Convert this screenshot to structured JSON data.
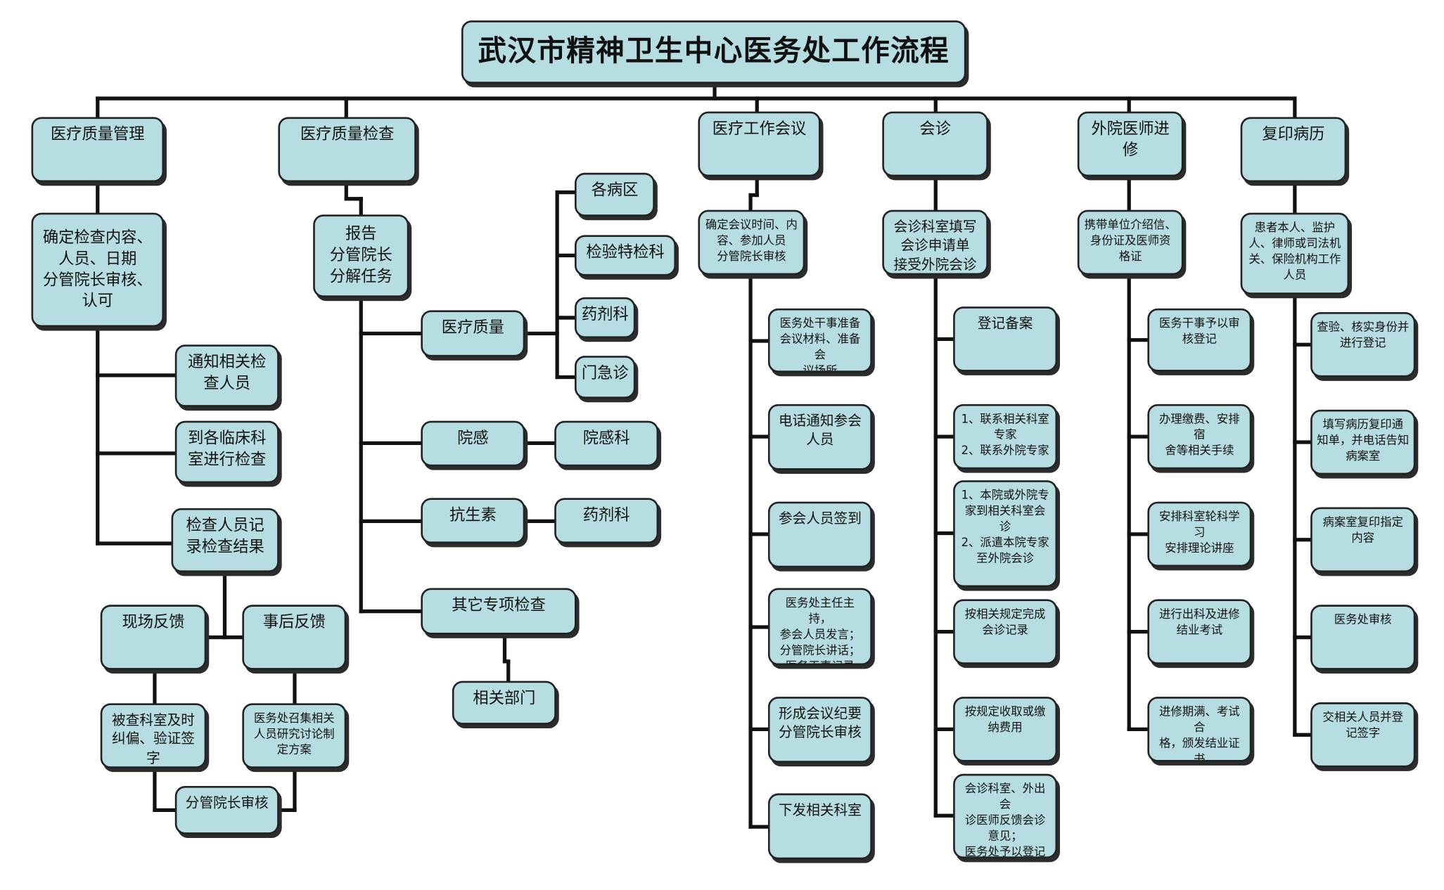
{
  "title": "武汉市精神卫生中心医务处工作流程",
  "colors": {
    "node_fill": "#b6dde2",
    "node_border": "#222222",
    "connector": "#111111"
  },
  "columns": [
    {
      "id": "quality-management",
      "header": "医疗质量管理",
      "steps": [
        "确定检查内容、\n人员、日期\n分管院长审核、\n认可",
        "通知相关检\n查人员",
        "到各临床科\n室进行检查",
        "检查人员记\n录检查结果"
      ],
      "feedback": [
        {
          "label": "现场反馈",
          "result": "被查科室及时\n纠偏、验证签字"
        },
        {
          "label": "事后反馈",
          "result": "医务处召集相关\n人员研究讨论制\n定方案"
        }
      ],
      "final": "分管院长审核"
    },
    {
      "id": "quality-inspection",
      "header": "医疗质量检查",
      "report": "报告\n分管院长\n分解任务",
      "items": [
        {
          "label": "医疗质量",
          "subs": [
            "各病区",
            "检验特检科",
            "药剂科",
            "门急诊"
          ]
        },
        {
          "label": "院感",
          "subs": [
            "院感科"
          ]
        },
        {
          "label": "抗生素",
          "subs": [
            "药剂科"
          ]
        },
        {
          "label": "其它专项检查",
          "subs": [
            "相关部门"
          ]
        }
      ]
    },
    {
      "id": "work-meeting",
      "header": "医疗工作会议",
      "first": "确定会议时间、内\n容、参加人员\n分管院长审核",
      "steps": [
        "医务处干事准备\n会议材料、准备会\n议场所",
        "电话通知参会\n人员",
        "参会人员签到",
        "医务处主任主持，\n参会人员发言；\n分管院长讲话；\n医务干事记录",
        "形成会议纪要\n分管院长审核",
        "下发相关科室"
      ]
    },
    {
      "id": "consultation",
      "header": "会诊",
      "first": "会诊科室填写\n会诊申请单\n接受外院会诊",
      "steps": [
        "登记备案",
        "1、联系相关科室\n专家\n2、联系外院专家",
        "1、本院或外院专\n家到相关科室会\n诊\n2、派遣本院专家\n至外院会诊",
        "按相关规定完成\n会诊记录",
        "按规定收取或缴\n纳费用",
        "会诊科室、外出会\n诊医师反馈会诊\n意见；\n医务处予以登记"
      ]
    },
    {
      "id": "external-training",
      "header": "外院医师进\n修",
      "first": "携带单位介绍信、\n身份证及医师资\n格证",
      "steps": [
        "医务干事予以审\n核登记",
        "办理缴费、安排宿\n舍等相关手续",
        "安排科室轮科学\n习\n安排理论讲座",
        "进行出科及进修\n结业考试",
        "进修期满、考试合\n格，颁发结业证书"
      ]
    },
    {
      "id": "copy-records",
      "header": "复印病历",
      "first": "患者本人、监护\n人、律师或司法机\n关、保险机构工作\n人员",
      "steps": [
        "查验、核实身份并\n进行登记",
        "填写病历复印通\n知单，并电话告知\n病案室",
        "病案室复印指定\n内容",
        "医务处审核",
        "交相关人员并登\n记签字"
      ]
    }
  ]
}
